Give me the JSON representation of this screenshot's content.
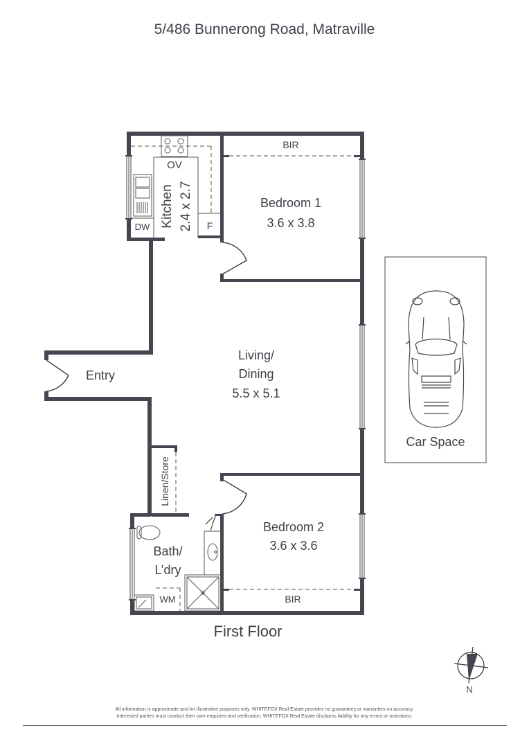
{
  "header": {
    "title": "5/486 Bunnerong Road, Matraville"
  },
  "floor": {
    "label": "First Floor"
  },
  "rooms": {
    "kitchen": {
      "name": "Kitchen",
      "dims": "2.4 x 2.7"
    },
    "bedroom1": {
      "name": "Bedroom 1",
      "dims": "3.6 x 3.8",
      "robe": "BIR"
    },
    "living": {
      "name_line1": "Living/",
      "name_line2": "Dining",
      "dims": "5.5 x 5.1"
    },
    "entry": {
      "name": "Entry"
    },
    "linen": {
      "name": "Linen/Store"
    },
    "bath": {
      "name_line1": "Bath/",
      "name_line2": "L’dry"
    },
    "bedroom2": {
      "name": "Bedroom 2",
      "dims": "3.6 x 3.6",
      "robe": "BIR"
    },
    "car_space": {
      "name": "Car Space"
    }
  },
  "fixtures": {
    "oven": "OV",
    "dishwasher": "DW",
    "fridge": "F",
    "washing_machine": "WM"
  },
  "compass": {
    "label": "N"
  },
  "footer": {
    "disclaimer_line1": "All information is approximate and for illustrative purposes only. WHITEFOX Real Estate provides no guarantees or warranties on accuracy.",
    "disclaimer_line2": "Interested parties must conduct their own enquiries and verification. WHITEFOX Real Estate disclaims liability for any errors or omissions."
  },
  "colors": {
    "wall": "#454650",
    "text": "#3f4049",
    "background": "#ffffff"
  }
}
